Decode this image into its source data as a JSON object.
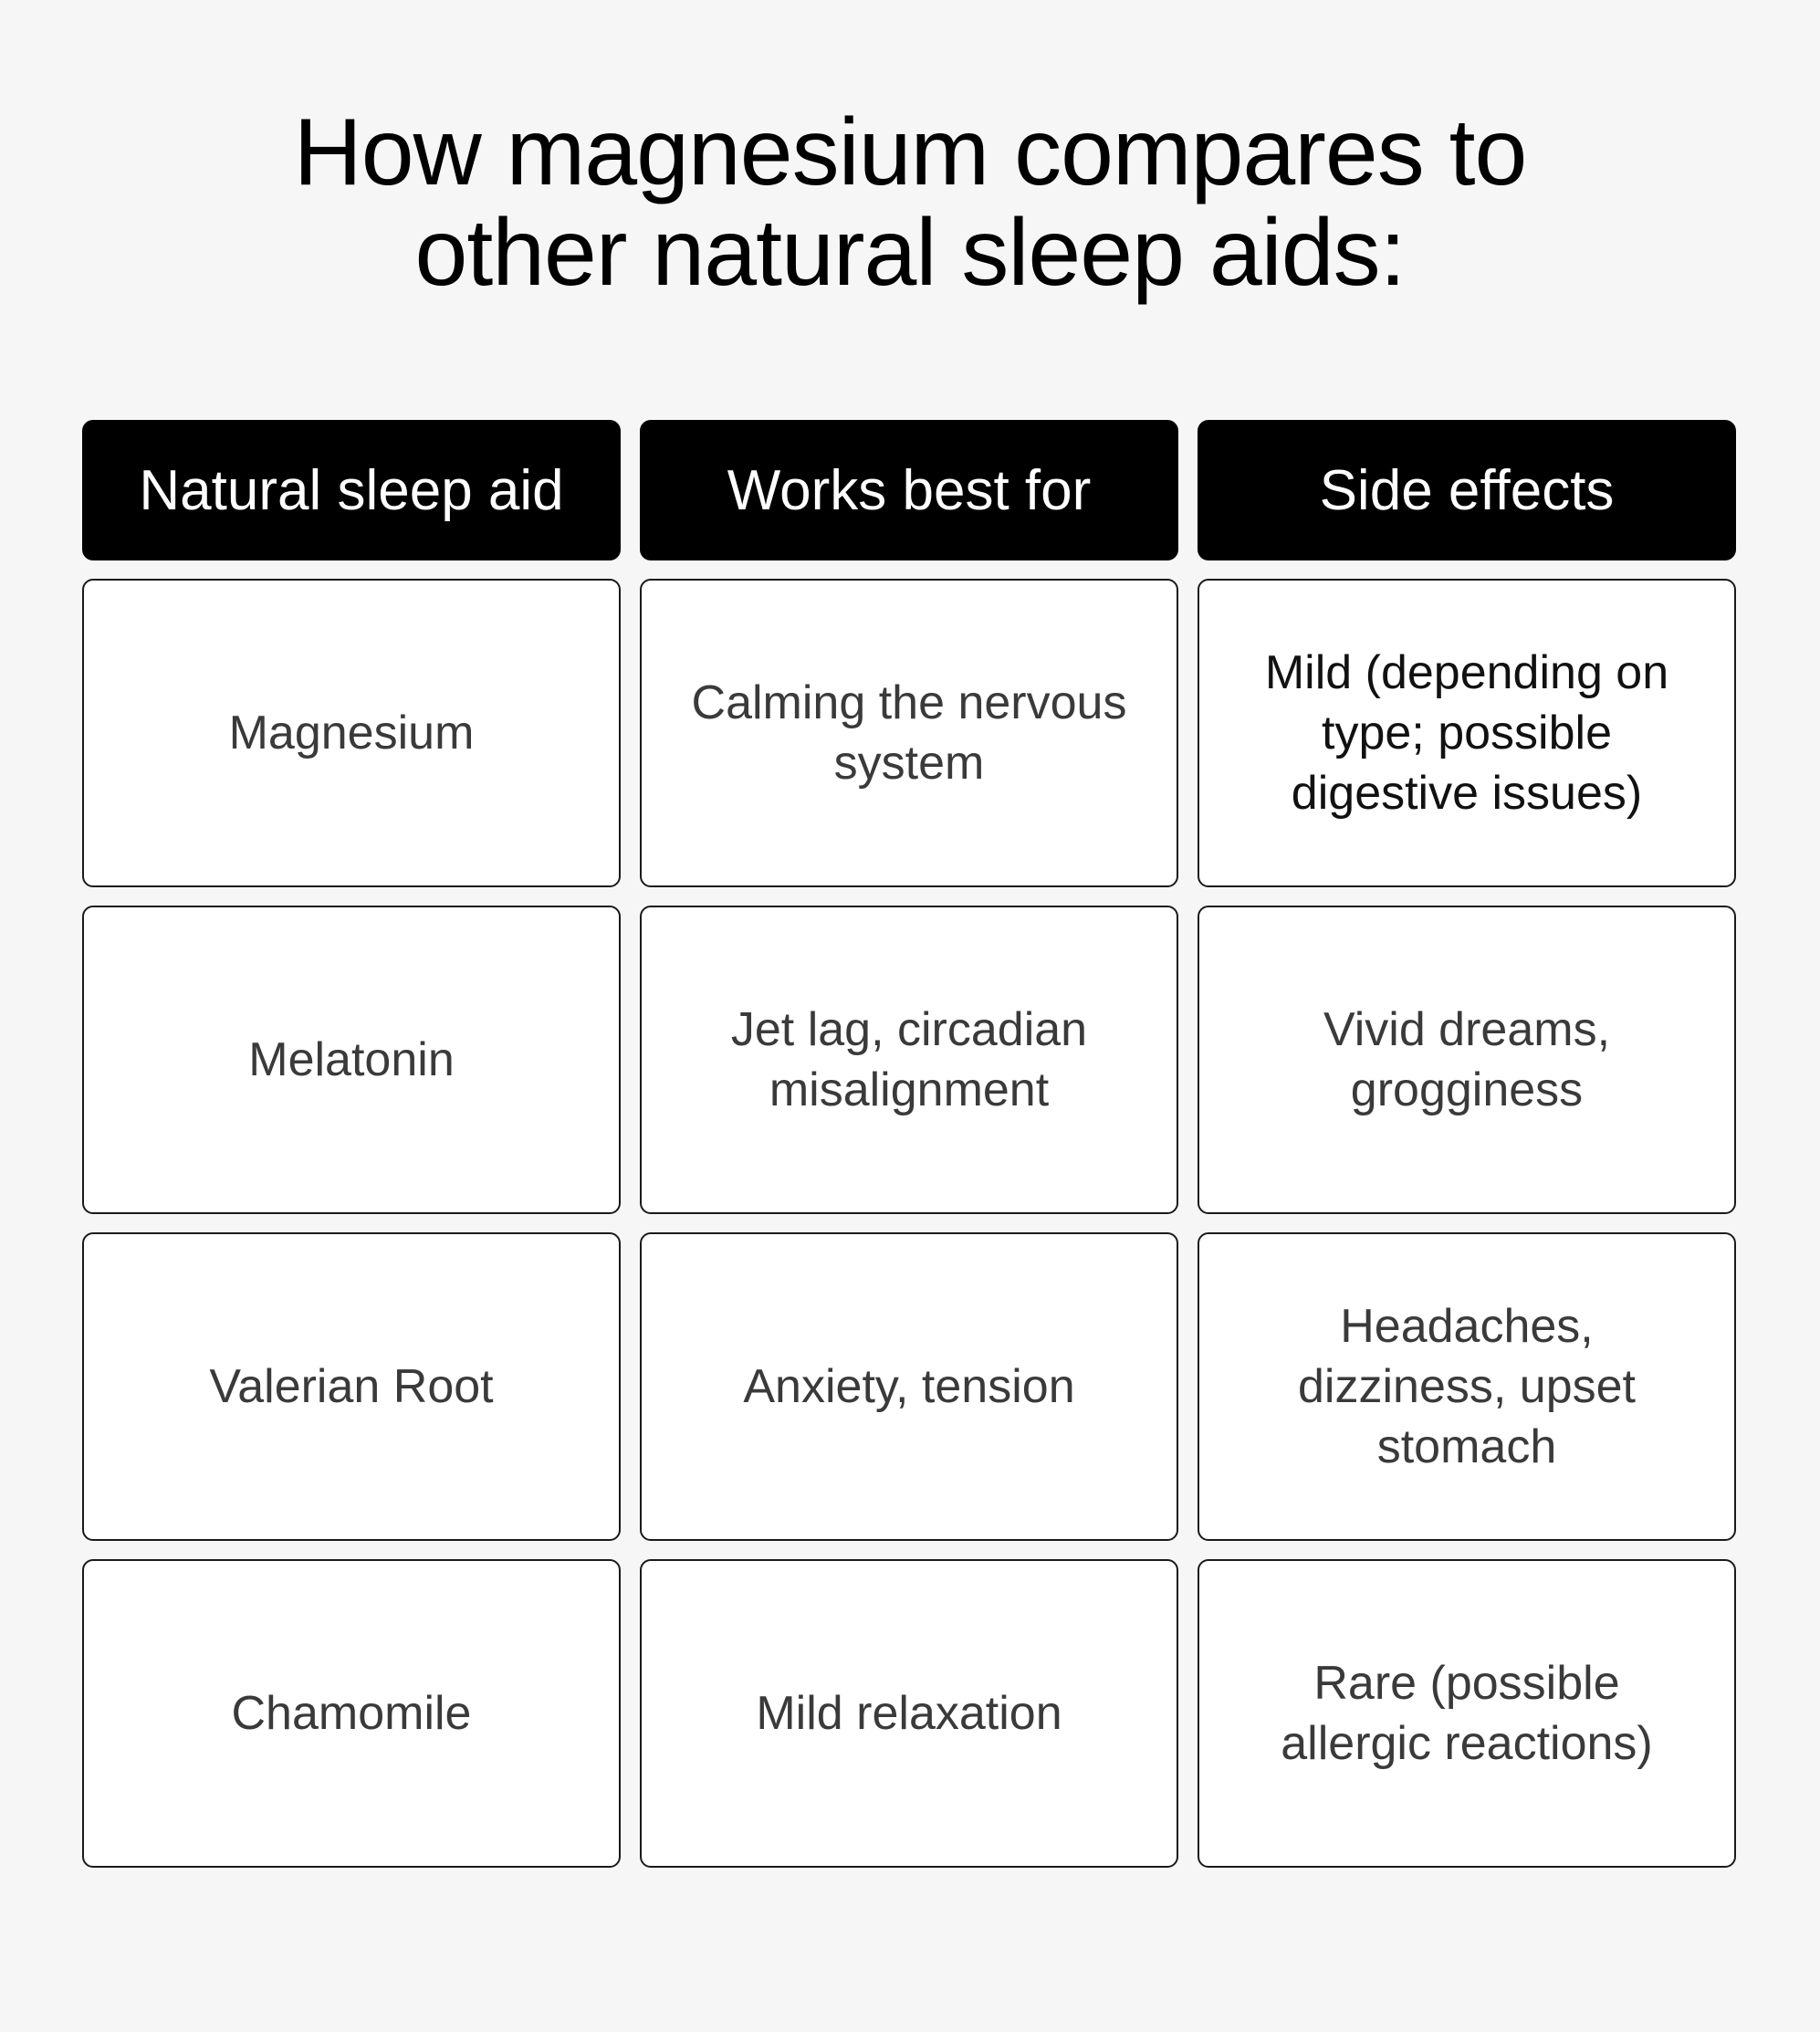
{
  "title": {
    "line1": "How magnesium compares to",
    "line2": "other natural sleep aids:"
  },
  "table": {
    "headers": [
      "Natural sleep aid",
      "Works best for",
      "Side effects"
    ],
    "rows": [
      [
        "Magnesium",
        "Calming the nervous system",
        "Mild (depending on type; possible digestive issues)"
      ],
      [
        "Melatonin",
        "Jet lag, circadian misalignment",
        "Vivid dreams, grogginess"
      ],
      [
        "Valerian Root",
        "Anxiety, tension",
        "Headaches, dizziness, upset stomach"
      ],
      [
        "Chamomile",
        "Mild relaxation",
        "Rare (possible allergic reactions)"
      ]
    ]
  }
}
